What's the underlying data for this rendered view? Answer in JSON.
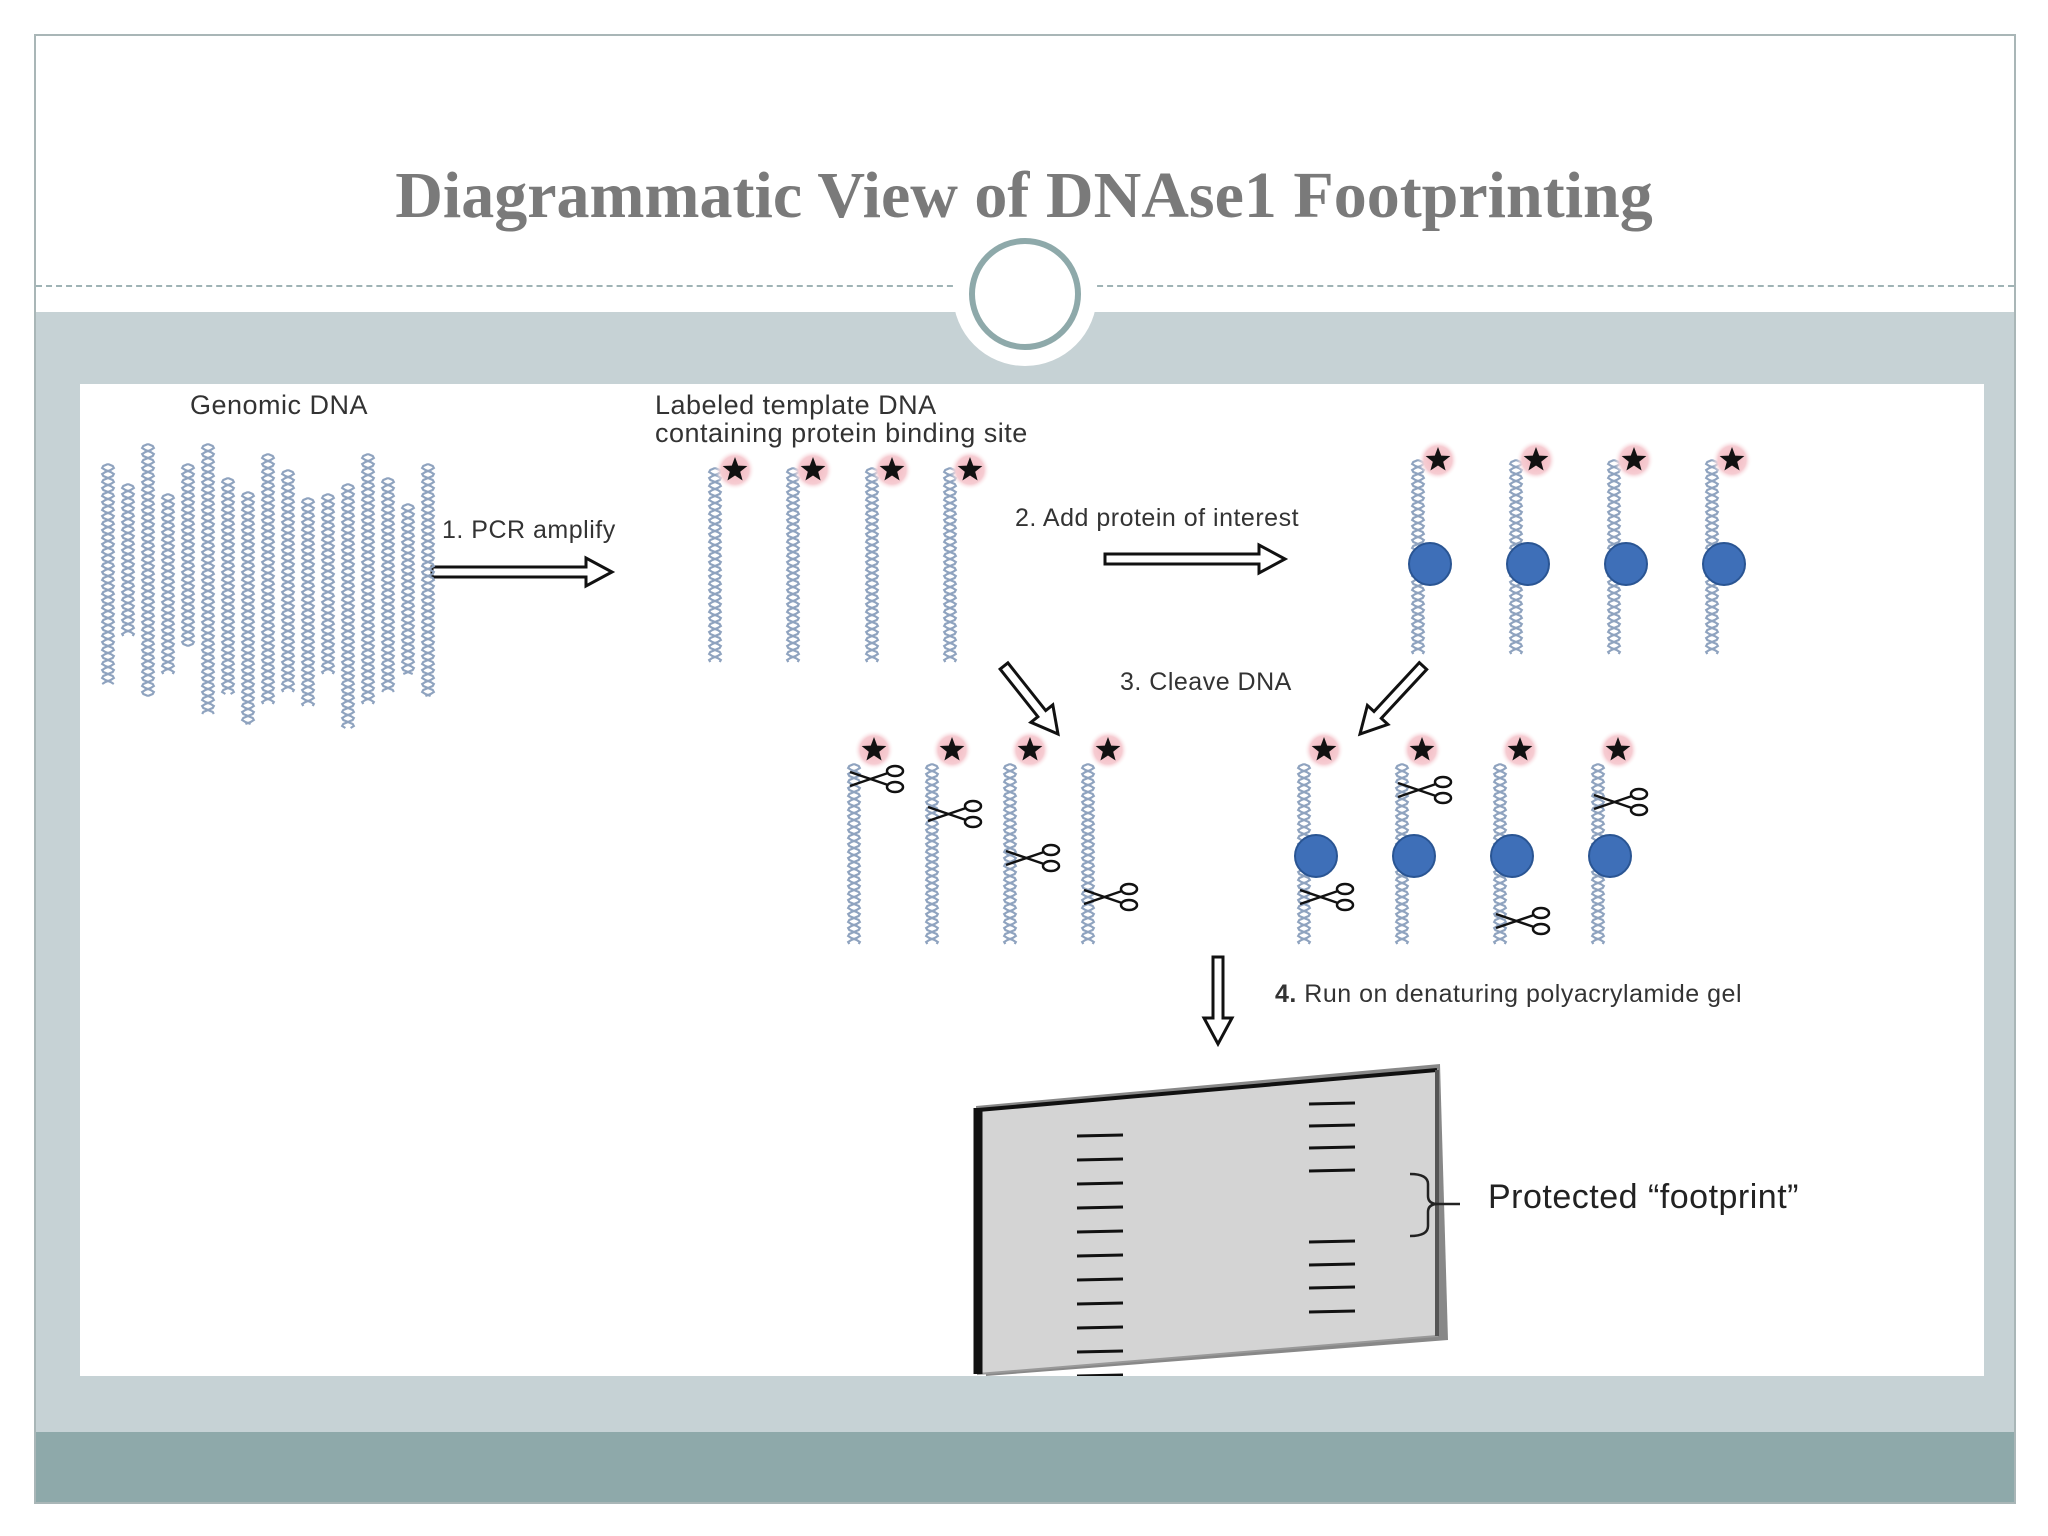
{
  "slide": {
    "title": "Diagrammatic View of  DNAse1 Footprinting"
  },
  "diagram": {
    "labels": {
      "genomic": "Genomic DNA",
      "labeled_line1": "Labeled template DNA",
      "labeled_line2": "containing protein binding site",
      "step1": "1. PCR amplify",
      "step2": "2. Add protein of interest",
      "step3": "3. Cleave DNA",
      "step4_num": "4.",
      "step4_text": " Run  on denaturing polyacrylamide gel",
      "footprint": "Protected “footprint”"
    },
    "icons": {
      "label_marker": "star-icon",
      "protein": "protein-circle-icon",
      "cut": "scissors-icon",
      "strand": "dna-helix-icon"
    },
    "colors": {
      "dna": "#8fa3bf",
      "protein": "#3e6fb8",
      "star_glow": "#f2b5bd",
      "gel": "#d4d4d4"
    }
  }
}
